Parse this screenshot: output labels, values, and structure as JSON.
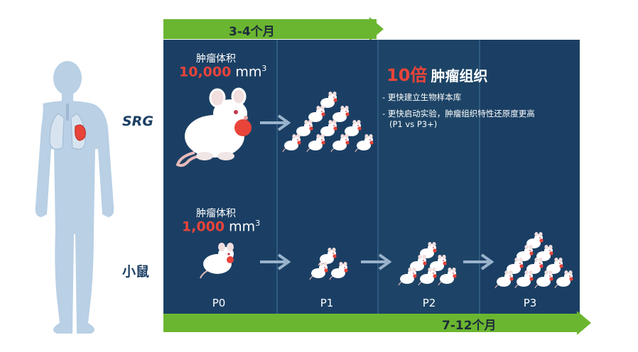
{
  "top_timeline": {
    "label": "3-4个月"
  },
  "bottom_timeline": {
    "label": "7-12个月"
  },
  "rows": {
    "srg": {
      "label": "SRG",
      "volume_title": "肿瘤体积",
      "volume_value": "10,000",
      "volume_unit": "mm",
      "volume_exp": "3"
    },
    "mouse": {
      "label": "小鼠",
      "volume_title": "肿瘤体积",
      "volume_value": "1,000",
      "volume_unit": "mm",
      "volume_exp": "3"
    }
  },
  "callout": {
    "multiplier": "10倍",
    "heading": "肿瘤组织",
    "bullets": [
      "- 更快建立生物样本库",
      "- 更快启动实验，肿瘤组织特性还原度更高",
      "(P1 vs P3+)"
    ]
  },
  "passages": [
    "P0",
    "P1",
    "P2",
    "P3"
  ],
  "colors": {
    "panel": "#1b3f64",
    "timeline": "#6bb630",
    "accent": "#e8443a",
    "body_silhouette": "#b8cfe4"
  }
}
